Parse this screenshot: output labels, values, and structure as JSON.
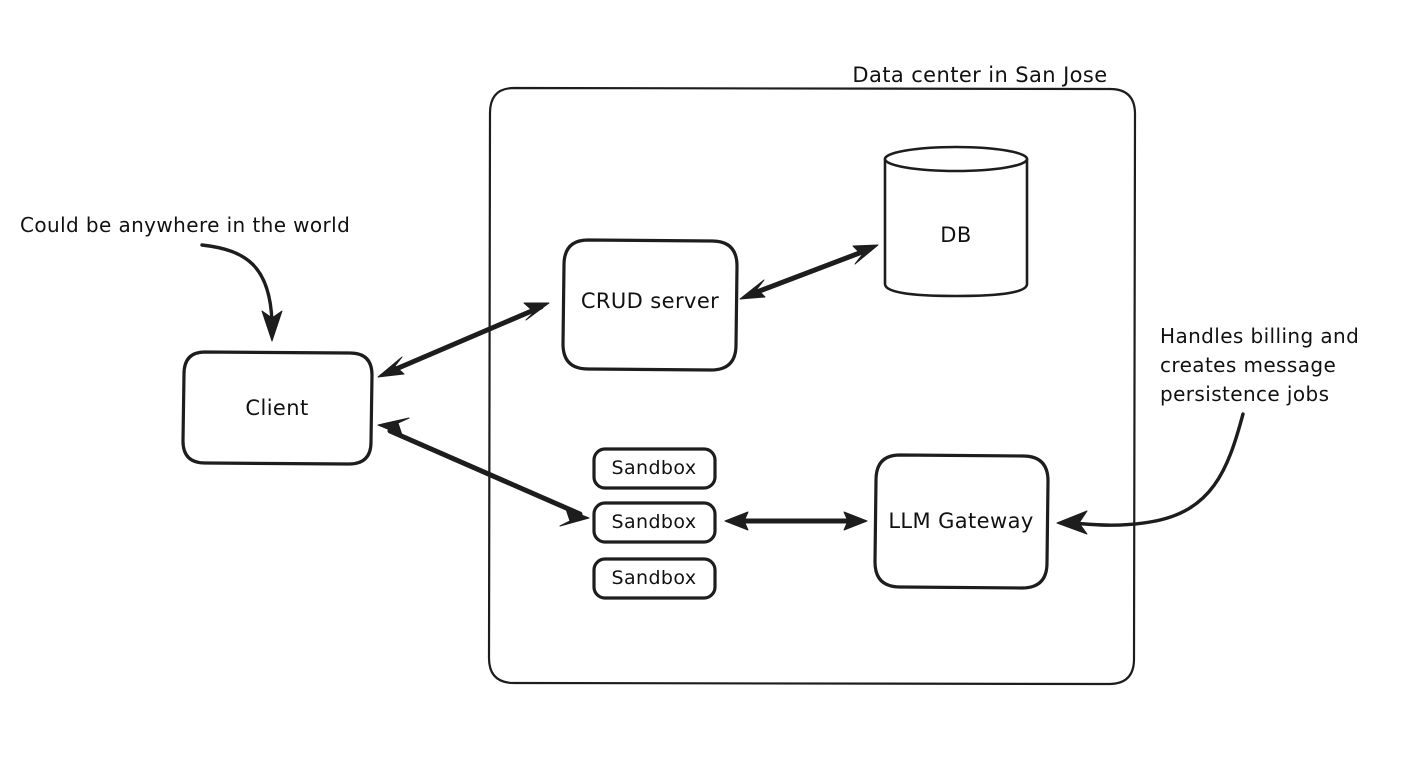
{
  "diagram": {
    "title": "Data center in San Jose",
    "background": "#ffffff",
    "ink_color": "#1d1d1d",
    "nodes": {
      "client": {
        "label": "Client"
      },
      "crud_server": {
        "label": "CRUD server"
      },
      "db": {
        "label": "DB"
      },
      "sandbox_1": {
        "label": "Sandbox"
      },
      "sandbox_2": {
        "label": "Sandbox"
      },
      "sandbox_3": {
        "label": "Sandbox"
      },
      "llm_gateway": {
        "label": "LLM Gateway"
      }
    },
    "annotations": {
      "client_note": {
        "text": "Could be anywhere in the world"
      },
      "gateway_note": {
        "line1": "Handles billing and",
        "line2": "creates message",
        "line3": "persistence jobs"
      }
    },
    "connections": [
      {
        "from": "client",
        "to": "crud_server",
        "style": "double-arrow"
      },
      {
        "from": "crud_server",
        "to": "db",
        "style": "double-arrow"
      },
      {
        "from": "client",
        "to": "sandbox_2",
        "style": "double-arrow"
      },
      {
        "from": "sandbox_2",
        "to": "llm_gateway",
        "style": "double-arrow"
      },
      {
        "from": "gateway_note",
        "to": "llm_gateway",
        "style": "curved-arrow"
      },
      {
        "from": "client_note",
        "to": "client",
        "style": "curved-arrow"
      }
    ]
  }
}
